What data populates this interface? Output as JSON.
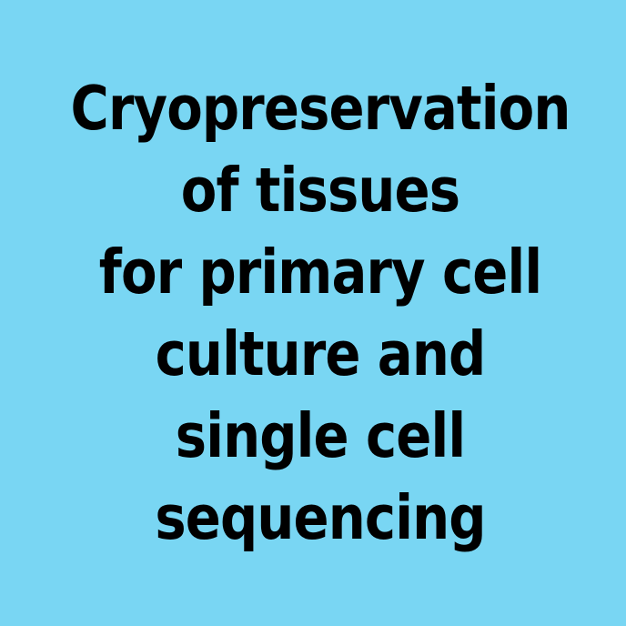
{
  "canvas": {
    "background_color": "#79D6F3",
    "text_color": "#000000"
  },
  "title": {
    "lines": [
      "Cryopreservation",
      "of tissues",
      "for primary cell",
      "culture and",
      "single cell",
      "sequencing"
    ],
    "full_text": "Cryopreservation of tissues for primary cell culture and single cell sequencing"
  }
}
